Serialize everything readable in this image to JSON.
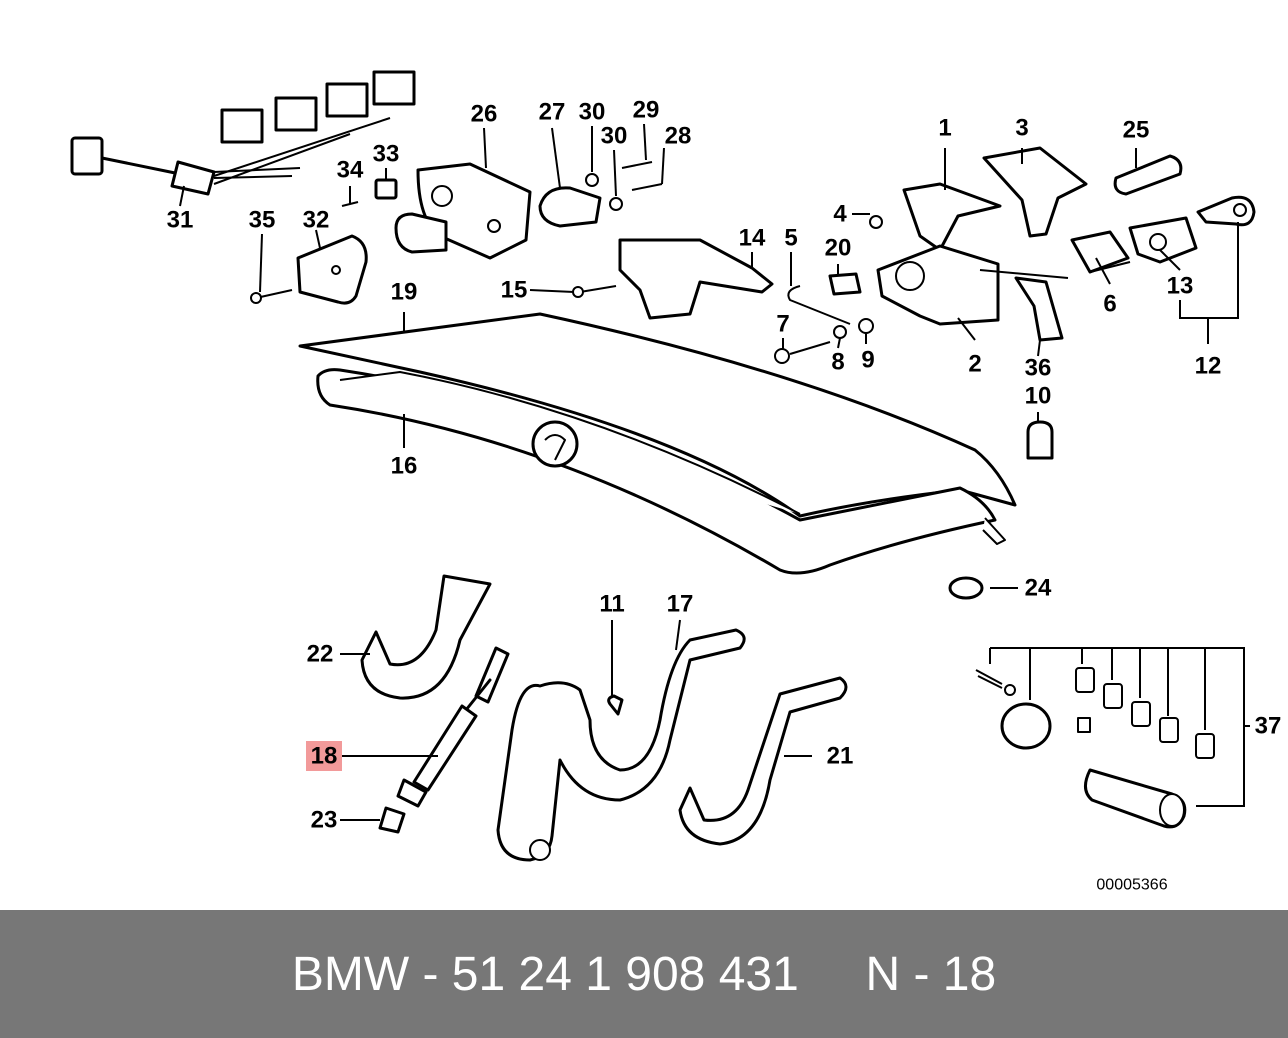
{
  "diagram": {
    "callouts": [
      "1",
      "2",
      "3",
      "4",
      "5",
      "6",
      "7",
      "8",
      "9",
      "10",
      "11",
      "12",
      "13",
      "14",
      "15",
      "16",
      "17",
      "18",
      "19",
      "20",
      "21",
      "22",
      "23",
      "24",
      "25",
      "26",
      "27",
      "28",
      "29",
      "30",
      "30",
      "31",
      "32",
      "33",
      "34",
      "35",
      "36",
      "37"
    ],
    "highlighted_callout": "18",
    "highlight_color": "#f29a9a",
    "document_number": "00005366"
  },
  "footer": {
    "text": "BMW - 51 24 1 908 431     N - 18",
    "background": "#777777",
    "text_color": "#ffffff"
  }
}
